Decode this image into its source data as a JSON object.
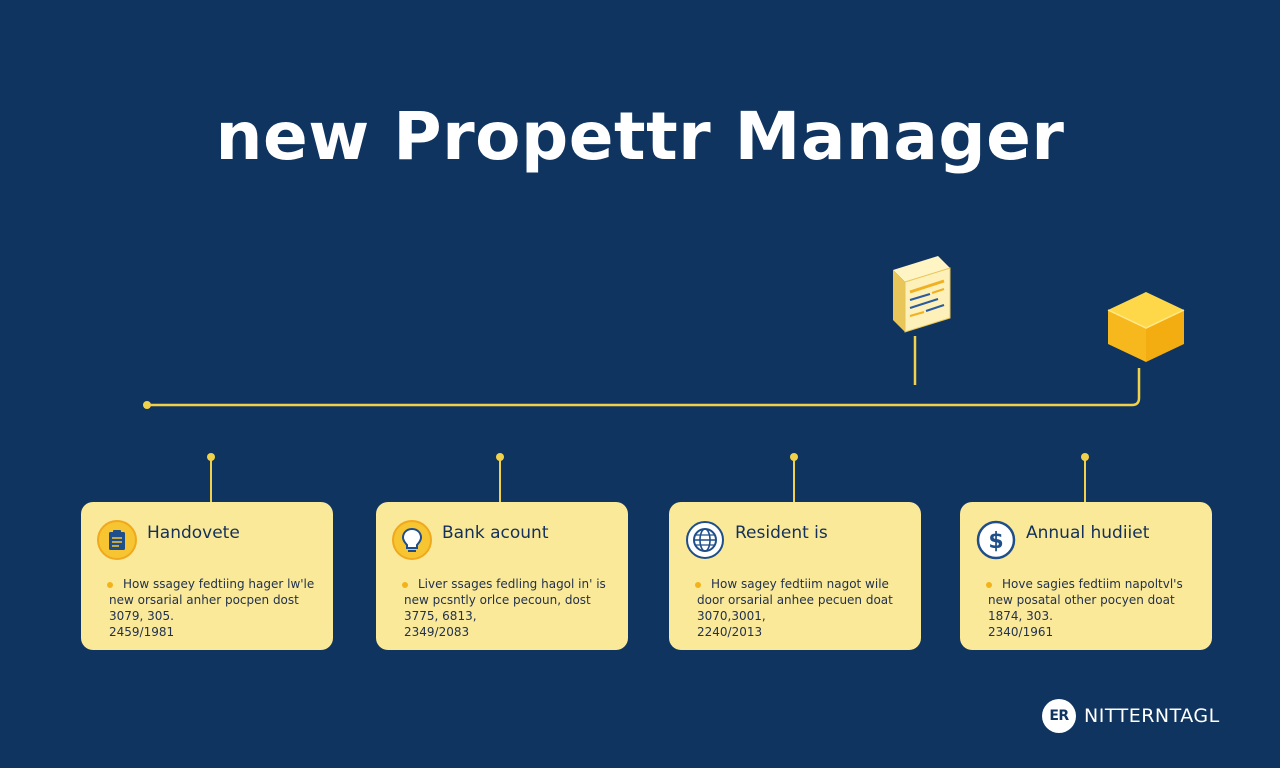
{
  "title": "new Propettr Manager",
  "cards": [
    {
      "title": "Handovete",
      "icon": "clipboard-icon",
      "lines": [
        "How ssagey fedtiing hager lw'le",
        "new orsarial anher pocpen dost",
        "3079, 305.",
        "2459/1981"
      ]
    },
    {
      "title": "Bank acount",
      "icon": "lightbulb-icon",
      "lines": [
        "Liver ssages fedling hagol in' is",
        "new pcsntly orlce pecoun, dost",
        "3775, 6813,",
        "2349/2083"
      ]
    },
    {
      "title": "Resident is",
      "icon": "globe-icon",
      "lines": [
        "How sagey fedtiim nagot wile",
        "door orsarial anhee pecuen doat",
        "3070,3001,",
        "2240/2013"
      ]
    },
    {
      "title": "Annual hudiiet",
      "icon": "dollar-icon",
      "lines": [
        "Hove sagies fedtiim napoltvl's",
        "new posatal other pocyen doat",
        "1874, 303.",
        "2340/1961"
      ]
    }
  ],
  "logo": {
    "badge": "ER",
    "text": "NITTERNTAGL"
  },
  "colors": {
    "background": "#0f3460",
    "accent": "#f2d14a",
    "card": "#fbe99a",
    "text_dark": "#13305a"
  }
}
